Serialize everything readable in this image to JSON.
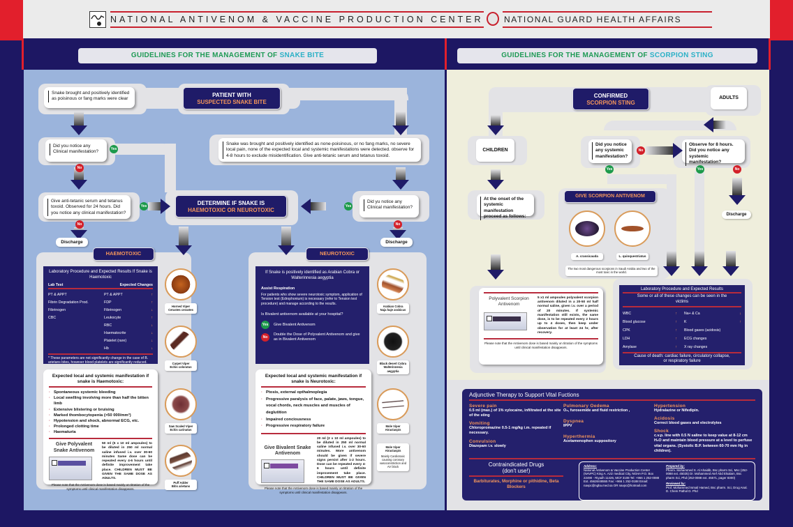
{
  "header": {
    "org_left": "NATIONAL ANTIVENOM & VACCINE PRODUCTION CENTER",
    "org_right": "NATIONAL GUARD HEALTH AFFAIRS",
    "logo_left_icon": "snake-logo-icon",
    "logo_right_icon": "ngha-emblem-icon"
  },
  "snake": {
    "title_prefix": "GUIDELINES FOR THE MANAGEMENT OF",
    "title_highlight": "SNAKE BITE",
    "start_line1": "PATIENT WITH",
    "start_line2": "SUSPECTED SNAKE BITE",
    "identified_poisonous": "Snake brought and positively identified as poisinous or fang marks were clear",
    "nonpoisonous": "Snake was brought and positively identified as none-poisinous, or no fang marks, no severe local pain, none of the expected local and systemic manifestations were detected. observe for 4-8 hours to exclude misidentification. Give anti-tetanic serum and tetanus toxoid.",
    "notice_left": "Did you notice any Clinical manifestation?",
    "give_antitetanic": "Give anti-tetanic serum and tetanus toxoid. Observed for 24 hours. Did you notice any clinical manifestation?",
    "notice_right": "Did yu notice any Clinical manifestation?",
    "determine_line1": "DETERMINE IF SNAKE IS",
    "determine_line2": "HAEMOTOXIC OR NEUROTOXIC",
    "yes": "Yes",
    "no": "No",
    "discharge": "Discharge",
    "haemo": {
      "label": "HAEMOTOXIC",
      "lab_title": "Laboratory Procedure and Expected Results If Snake is Haemotoxic",
      "col_test": "Lab Test",
      "col_changes": "Expected Changes",
      "tests": [
        "PT & APPT",
        "Fibrin Degradation Prod.",
        "Fibrinogen",
        "CBC"
      ],
      "changes": [
        {
          "name": "PT & APPT",
          "dir": "↑"
        },
        {
          "name": "FDP",
          "dir": "↑"
        },
        {
          "name": "Fibrinogen",
          "dir": "↓"
        },
        {
          "name": "Leukocyte",
          "dir": "↑"
        },
        {
          "name": "RBC",
          "dir": "↓"
        },
        {
          "name": "Haematocrite",
          "dir": "↓"
        },
        {
          "name": "Platelet (rare)",
          "dir": "↓"
        },
        {
          "name": "Hb",
          "dir": "↓"
        }
      ],
      "lab_note": "* These parameters are not significantly change in the case of B. arietans bites, however blood platelets are significantly reduced.",
      "manif_title": "Expected local and systemic manifestation if snake is Haemotoxic:",
      "manif": [
        "Spontaneous systemic bleeding",
        "Local swelling involving more than half the bitten limb",
        "Extensive blistering or bruising",
        "Marked thombocytopenia (>50 000/mm³)",
        "Hypotension and shock, abnormal ECG, etc.",
        "Prolonged clotting time",
        "Haematuria"
      ],
      "give_title": "Give Polyvalent Snake Antivenom",
      "dose": "50 ml (5 x 10 ml ampoules) to be diluted in 250 ml normal saline infused i.v. over 30-60 minutes Same dose can be repeated every 4-6 hours until definite improvement take place. CHILDREN MUST BE GIVEN THE SAME DOSE AS ADULTS.",
      "note": "Please note that the Antivenom dose is based mainly on titration of the symptoms until clinical manifestation disappears.",
      "snakes": [
        {
          "name": "Horned Viper",
          "latin": "Cerastes cerastes"
        },
        {
          "name": "Carpet Viper",
          "latin": "Echis coloratus"
        },
        {
          "name": "Saw Scaled Viper",
          "latin": "Echis carinatus"
        },
        {
          "name": "Puff Adder",
          "latin": "Bitis arietans"
        }
      ]
    },
    "neuro": {
      "label": "NEUROTOXIC",
      "id_title": "If Snake is positively identified as Arabian Cobra or Walterinnesia aegyptia",
      "assist": "Assist Respiration",
      "assist_text": "For patients who show severe neurotoxic symptom, application of Tension test (Edrophonium) is necessary (refer to Tension test procedure) and manage according to the results.",
      "question": "Is Bivalent antivenom available at your hospital?",
      "yes_text": "Give Bivalent Antivenom",
      "no_text": "Double the Dose of Polyvalent Antivenom and give as in Bivalent Antivenom",
      "manif_title": "Expected local and systemic manifestation if snake is Neurotoxic:",
      "manif": [
        "Ptosis, external opthalmoplegia",
        "Progressive paralysis of face, palate, jaws, tongue, vocal chords, neck muscles and muscles of deglutition",
        "Impaired conciousness",
        "Progressive respiratory failure"
      ],
      "give_title": "Give Bivalent Snake Antivenom",
      "dose": "20 ml (2 x 10 ml ampoules) to be diluted in 250 ml normal saline infused i.v. over 30-60 minutes. More antivenom should be given if severe signs persist after 1-2 hours. Dose can be repeated every 4-6 hours until definite improvement take place. CHILDREN MUST BE GIVEN THE SAME DOSE AS ADULTS.",
      "note": "Please note that the Antivenom dose is based mainly on titration of the symptoms until clinical manifestation disappears.",
      "snakes": [
        {
          "name": "Arabian Cobra",
          "latin": "Naja haje arabicus"
        },
        {
          "name": "Black desert Cobra",
          "latin": "Walterinnesia aegyptia"
        },
        {
          "name": "Mole Viper",
          "latin": "Atractaspis"
        }
      ],
      "mole_note_title": "Mole Viper Atractaspis",
      "mole_note": "Mainly Cardiotoxic causing coronary vasoconstriction and AV block"
    }
  },
  "scorpion": {
    "title_prefix": "GUIDELINES FOR THE MANAGEMENT OF",
    "title_highlight": "SCORPION STING",
    "start_line1": "CONFIRMED",
    "start_line2": "SCORPION STING",
    "adults": "ADULTS",
    "children": "CHILDREN",
    "notice_systemic": "Did you notice any systemic manifestation?",
    "observe": "Observe for 8 hours. Did you notice any systemic manifestation?",
    "onset": "At the onset of the systemic manifestation proceed as follows:",
    "yes": "Yes",
    "no": "No",
    "discharge": "Discharge",
    "give_label": "GIVE SCORPION ANTIVENOM",
    "species": [
      "A. crassicauda",
      "L. quinquestriatus"
    ],
    "species_note": "The two most dangerous scorpions in Saudi Arabia and two of the most toxic in the world.",
    "poly_title": "Polyvalent Scorpion Antivenom",
    "poly_dose": "5 x1 ml ampoules polyvalent scorpion antivenom diluted in a 20-50 ml half normal saline, given i.v. over a period of 20 minutes. If systemic manifestation still exists, the same dose, is to be repeated every 2 hours up to 4 doses, then keep under observation for at least 24 hr, after recovery.",
    "poly_note": "Please note that the Antivenom dose is based mainly on titration of the symptoms until clinical manifestation disappears.",
    "lab_title": "Laboratory Procedure and Expected Results",
    "lab_sub": "Some or all of these changes can be seen in the victims",
    "lab_left": [
      {
        "name": "WBC",
        "dir": "↑"
      },
      {
        "name": "Blood glucose",
        "dir": "↑"
      },
      {
        "name": "CPK",
        "dir": "↑"
      },
      {
        "name": "LDH",
        "dir": "↑"
      },
      {
        "name": "Amylase",
        "dir": "↑"
      }
    ],
    "lab_right": [
      {
        "name": "Na+ & Ca",
        "dir": "↓"
      },
      {
        "name": "K",
        "dir": "↑"
      },
      {
        "name": "Blood gases (acidosis)",
        "dir": ""
      },
      {
        "name": "ECG changes",
        "dir": ""
      },
      {
        "name": "X ray changes",
        "dir": ""
      }
    ],
    "death": "Cause of death: cardiac failure, circulatory collapse, or respiratory failure",
    "adjunct_title": "Adjunctive Therapy to Support Vital Fuctions",
    "adjunct": [
      {
        "h": "Severe pain",
        "t": "0.5 ml (max.) of 1% xylocaine, infiltrated at the site of the sting"
      },
      {
        "h": "Vomiting",
        "t": "Chloropromazine 0.5-1 mg/kg i.m. repeated if necessary."
      },
      {
        "h": "Convulsion",
        "t": "Diazepam i.v. slowly"
      },
      {
        "h": "Pulmonary Oedema",
        "t": "O₂, furosemide and fluid restriction ,"
      },
      {
        "h": "Dyspnea",
        "t": "IPPV"
      },
      {
        "h": "Hyperthermia",
        "t": "Acetamenophen suppository"
      },
      {
        "h": "Hypertension",
        "t": "Hydralazine or Nifedipin."
      },
      {
        "h": "Acidosis",
        "t": "Correct blood gases and electrolytes"
      },
      {
        "h": "Shock",
        "t": "c.v.p. line with 0.5 N saline to keep value at 8-12 cm H₂O and maintain blood pressure at a level to perfuse vital organs. (Systolic B.P. between 60-70 mm Hg in children)."
      }
    ],
    "contra_title1": "Contraindicated Drugs",
    "contra_title2": "(don't use!)",
    "contra": "Barbiturates, Morphine or pithidine, Beta Blockers",
    "address_label": "Address:",
    "address": "National Antivenom & Vaccine Production Center (NAVPC) King A. Aziz medical City, NGHA P.O. Box 22490 - Riyadh 11426, MC# 3108 Tel: +966 1 252-0088 Ext. 45626/48555 Fax: +966 1 252-0188 Email: navpc@ngha.med.sa OR navpc@hotmail.com",
    "prepared_label": "Prepared by:",
    "prepared": "Pharm. Mohammed S. Al Ahaidib, Bsc pharm Sci, Msc (252-0088 ext. 45025) Dr. Mohammed Atef Abd Elsalam, Bsc pharm Sci, Phd (252-0088 ext. 45571, pager 8300)",
    "reviewed_label": "Reviewed by:",
    "reviewed": "Prof. Mohammed Ismail Hamed, Bsc pharm. Sci, Drug Anal. D. Chem Pathol D. Phd"
  }
}
